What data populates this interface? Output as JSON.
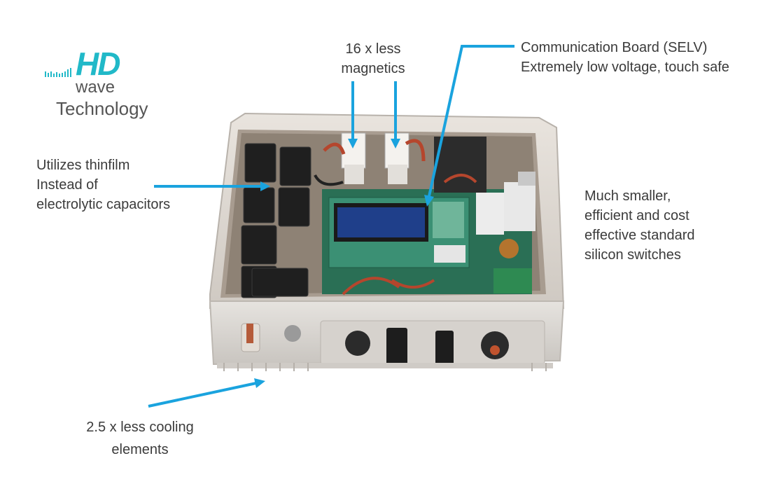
{
  "logo": {
    "brand_hd": "HD",
    "brand_wave": "wave",
    "brand_technology": "Technology",
    "accent_color": "#21b9c8"
  },
  "callouts": {
    "magnetics": [
      "16 x less",
      "magnetics"
    ],
    "comm_board": [
      "Communication Board (SELV)",
      "Extremely low voltage, touch safe"
    ],
    "capacitors": [
      "Utilizes thinfilm",
      "Instead of",
      "electrolytic capacitors"
    ],
    "switches": [
      "Much smaller,",
      "efficient and cost",
      "effective standard",
      "silicon switches"
    ],
    "cooling": [
      "2.5 x less cooling",
      "elements"
    ]
  },
  "arrow_color": "#1aa3de"
}
